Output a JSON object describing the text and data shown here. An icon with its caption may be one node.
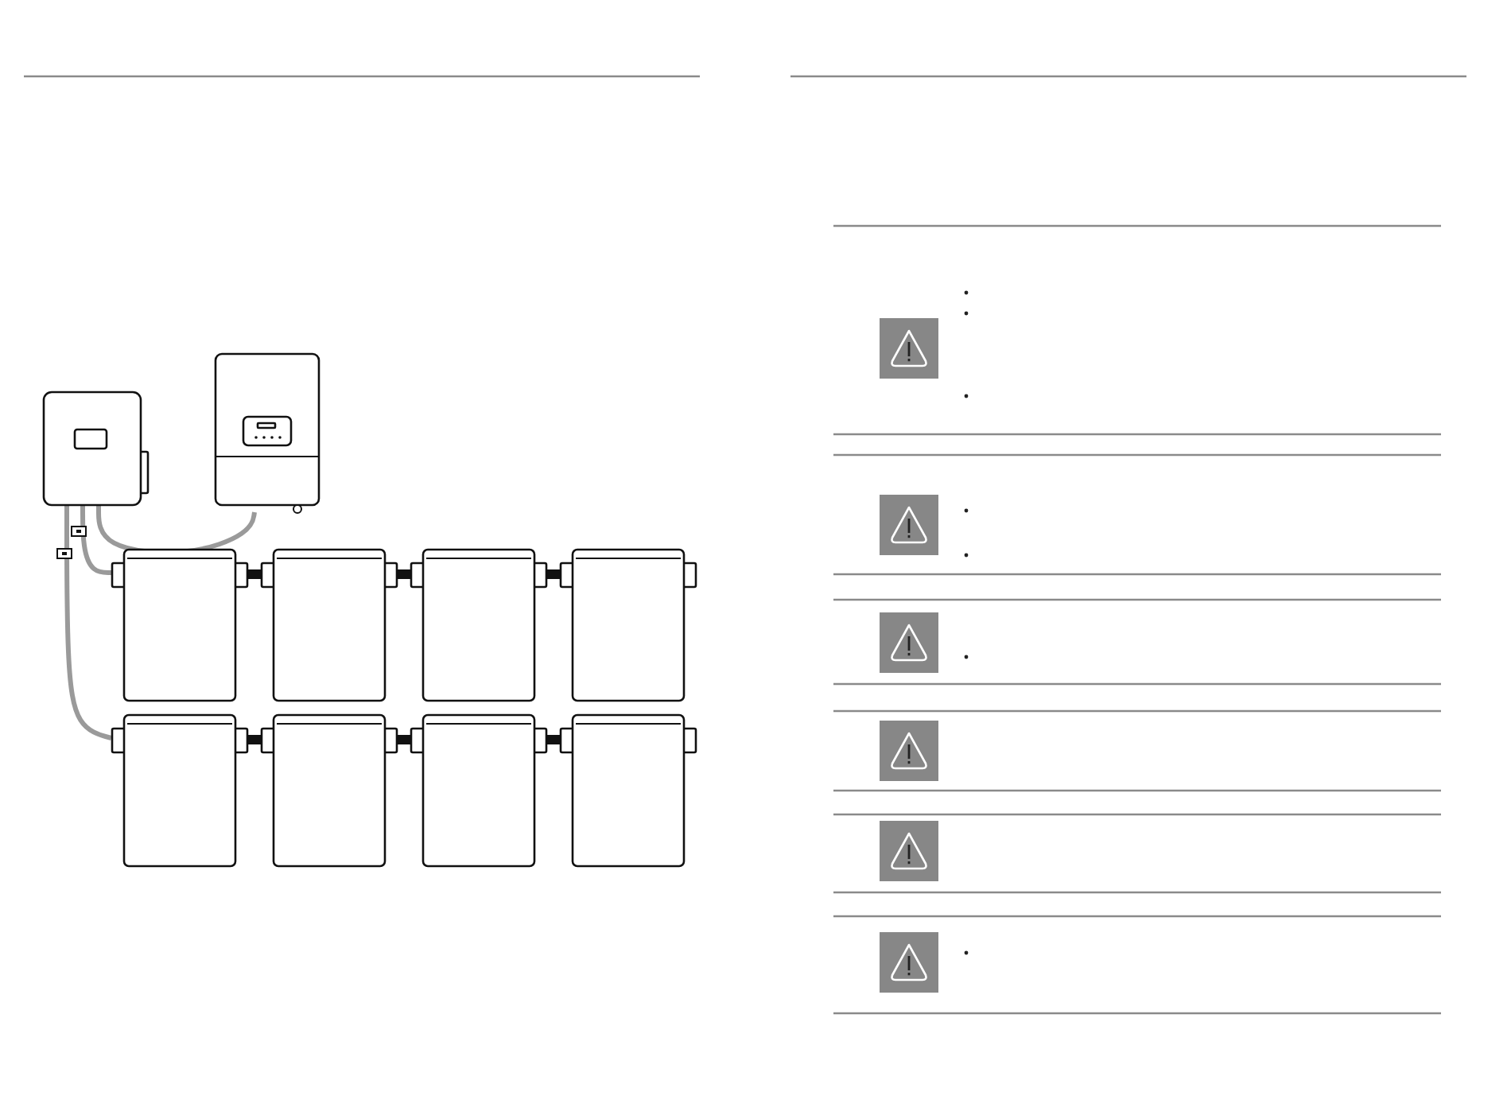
{
  "diagram": {
    "nodes": [
      {
        "text": [],
        "shape": "box"
      },
      {
        "text": [],
        "shape": "box"
      },
      {
        "text": [],
        "shape": "box"
      },
      {
        "text": [],
        "shape": "box"
      },
      {
        "text": [],
        "shape": "box"
      },
      {
        "text": [],
        "shape": "box"
      },
      {
        "text": [],
        "shape": "box"
      },
      {
        "text": [],
        "shape": "box"
      },
      {
        "text": [],
        "shape": "box"
      },
      {
        "text": [],
        "shape": "box"
      }
    ],
    "edges": [
      {
        "from": 0,
        "to": 1,
        "arrow": "none",
        "color": "#9a9a9a"
      },
      {
        "from": 0,
        "to": 2,
        "arrow": "none",
        "color": "#9a9a9a"
      },
      {
        "from": 0,
        "to": 6,
        "arrow": "none",
        "color": "#9a9a9a"
      },
      {
        "from": 2,
        "to": 3,
        "arrow": "none"
      },
      {
        "from": 3,
        "to": 4,
        "arrow": "none"
      },
      {
        "from": 4,
        "to": 5,
        "arrow": "none"
      },
      {
        "from": 6,
        "to": 7,
        "arrow": "none"
      },
      {
        "from": 7,
        "to": 8,
        "arrow": "none"
      },
      {
        "from": 8,
        "to": 9,
        "arrow": "none"
      }
    ]
  }
}
